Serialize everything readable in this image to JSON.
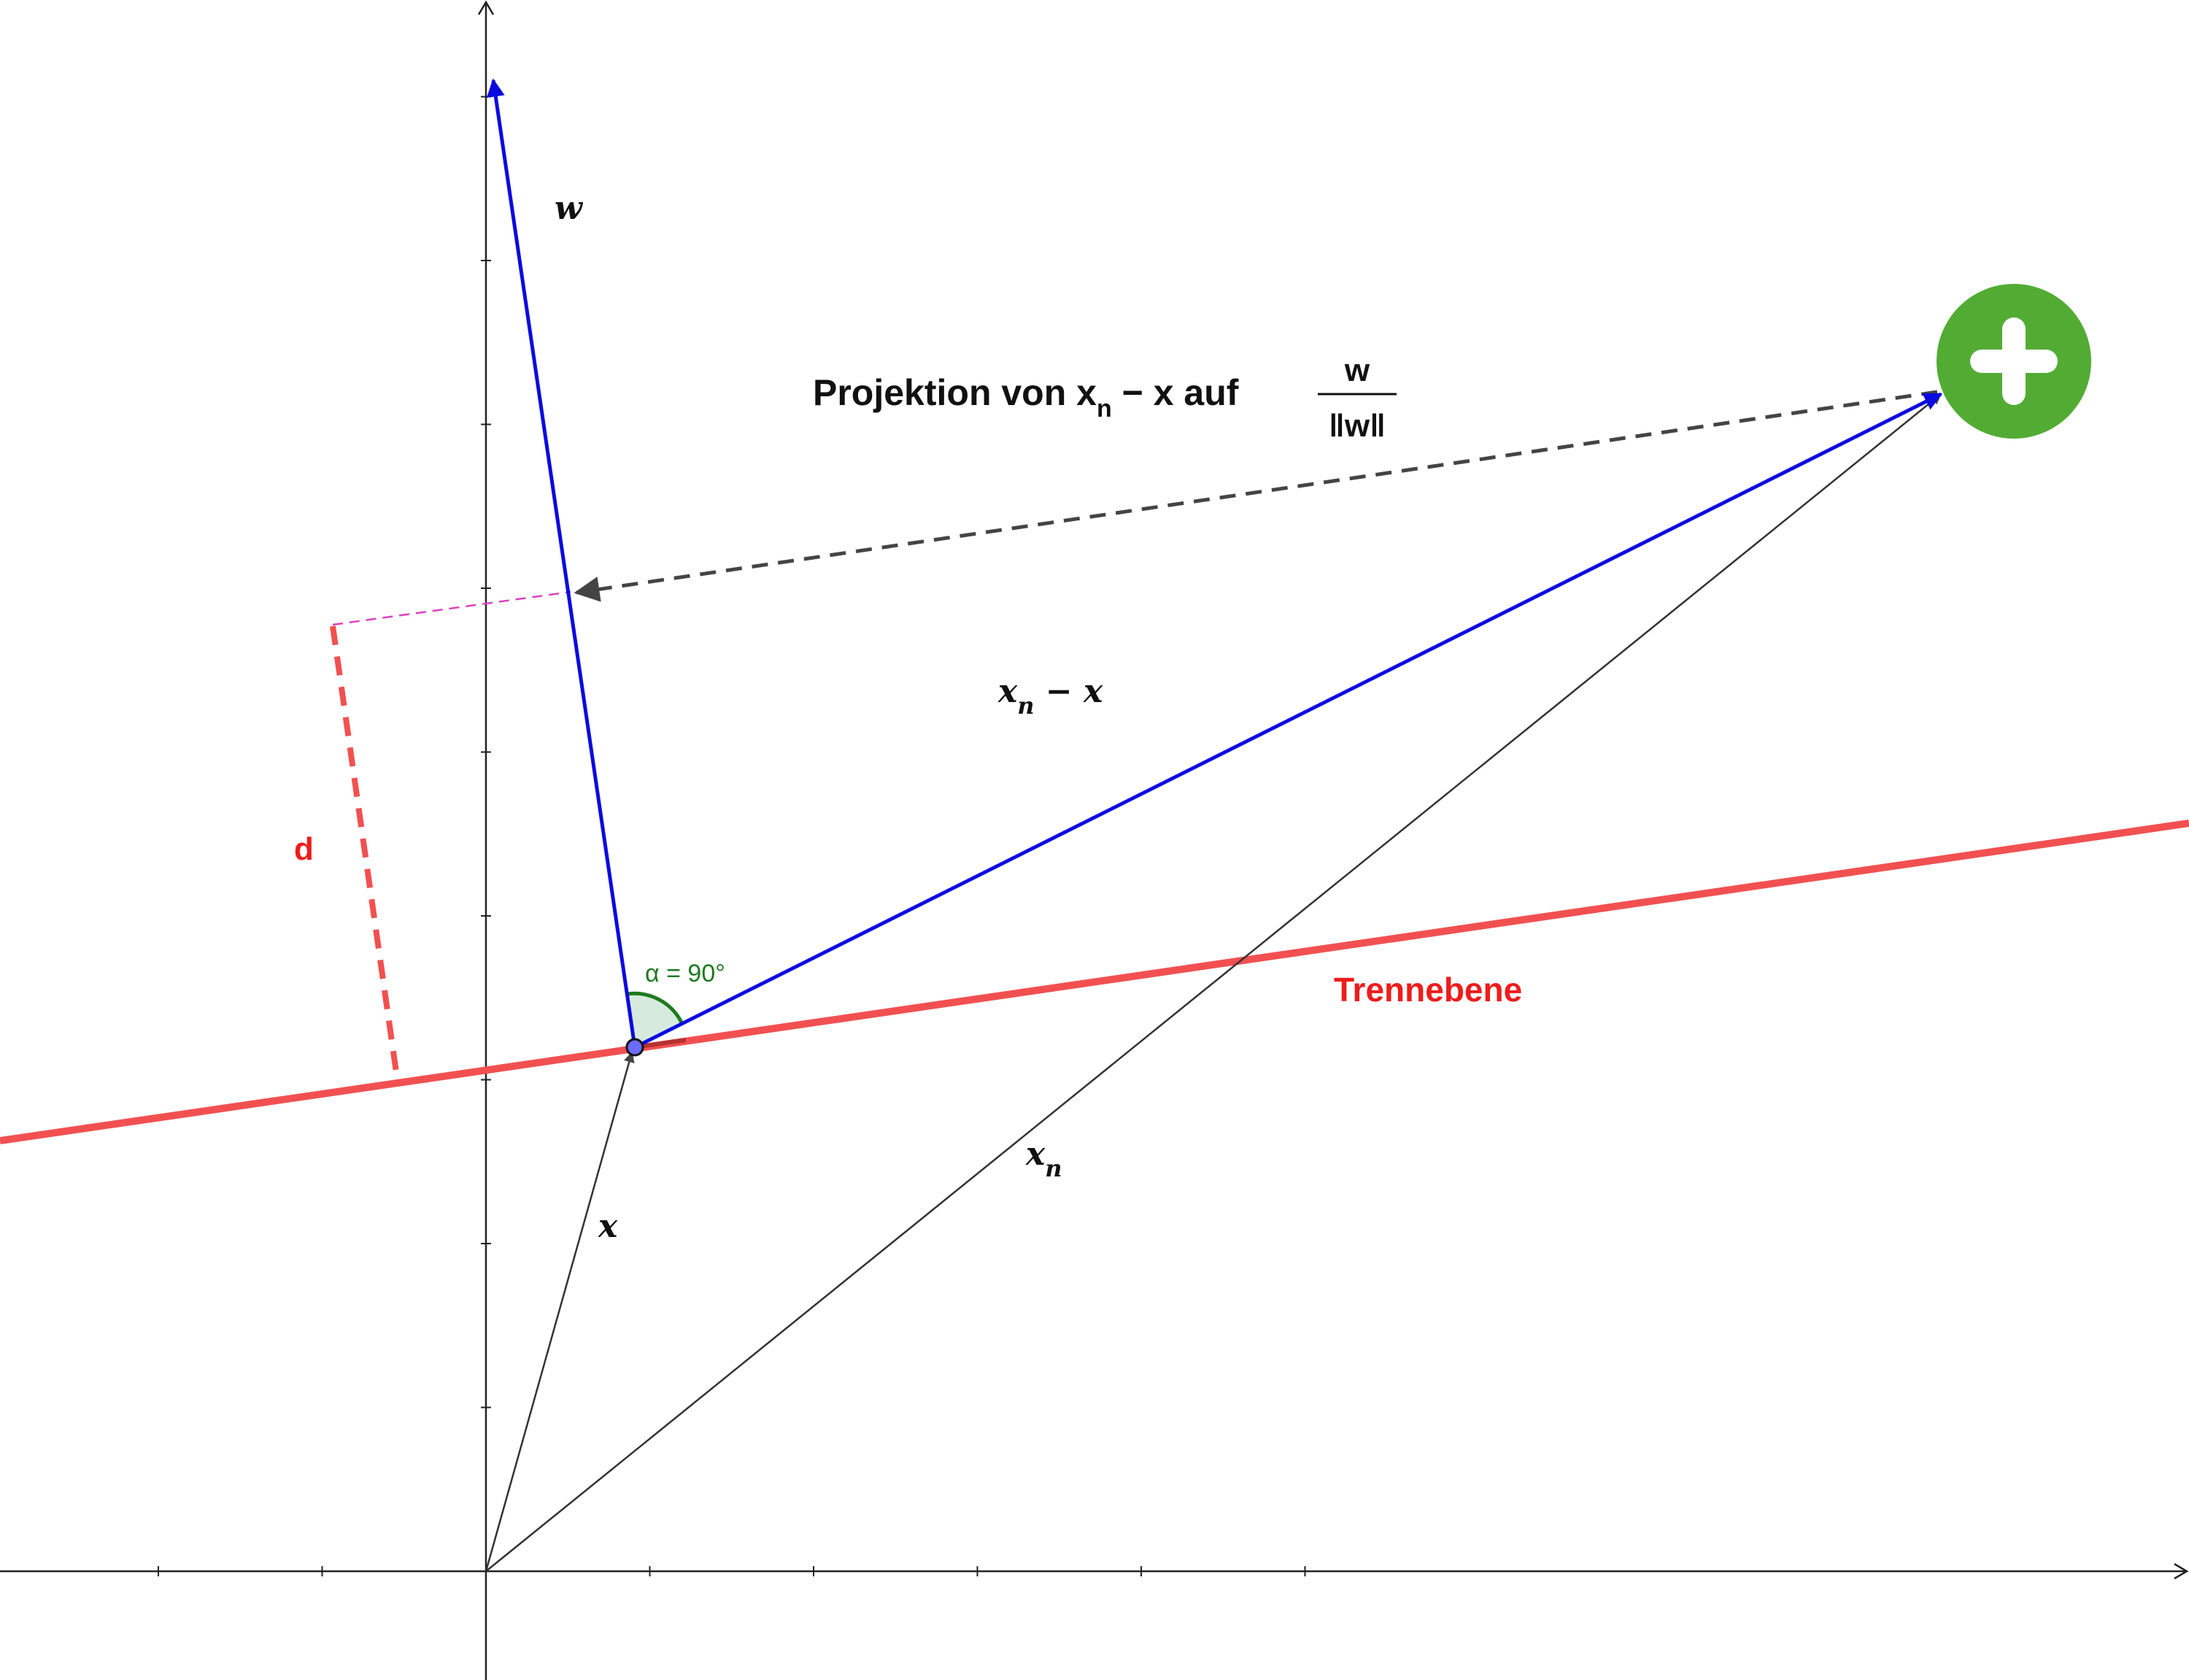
{
  "diagram": {
    "labels": {
      "w": "w",
      "xn_minus_x_main": "x",
      "xn_minus_x_sub": "n",
      "xn_minus_x_rest": " − x",
      "x": "x",
      "xn_main": "x",
      "xn_sub": "n",
      "d": "d",
      "plane": "Trennebene",
      "angle": "α = 90°",
      "projection": {
        "prefix": "Projektion von x",
        "sub": "n",
        "middle": " − x auf",
        "frac_num": "w",
        "frac_den": "‖w‖"
      }
    },
    "icons": {
      "plus": "plus-circle-icon"
    },
    "colors": {
      "weight_vector": "#0a0adf",
      "plane": "#f25050",
      "position_vectors": "#333333",
      "projection_arrow": "#444444",
      "projection_foot": "#e040c0",
      "angle": "#1e7a1e",
      "angle_fill": "#cfe8d8",
      "point": "#6b6bff",
      "positive_class": "#52ac34",
      "label_dark": "#111111"
    }
  }
}
